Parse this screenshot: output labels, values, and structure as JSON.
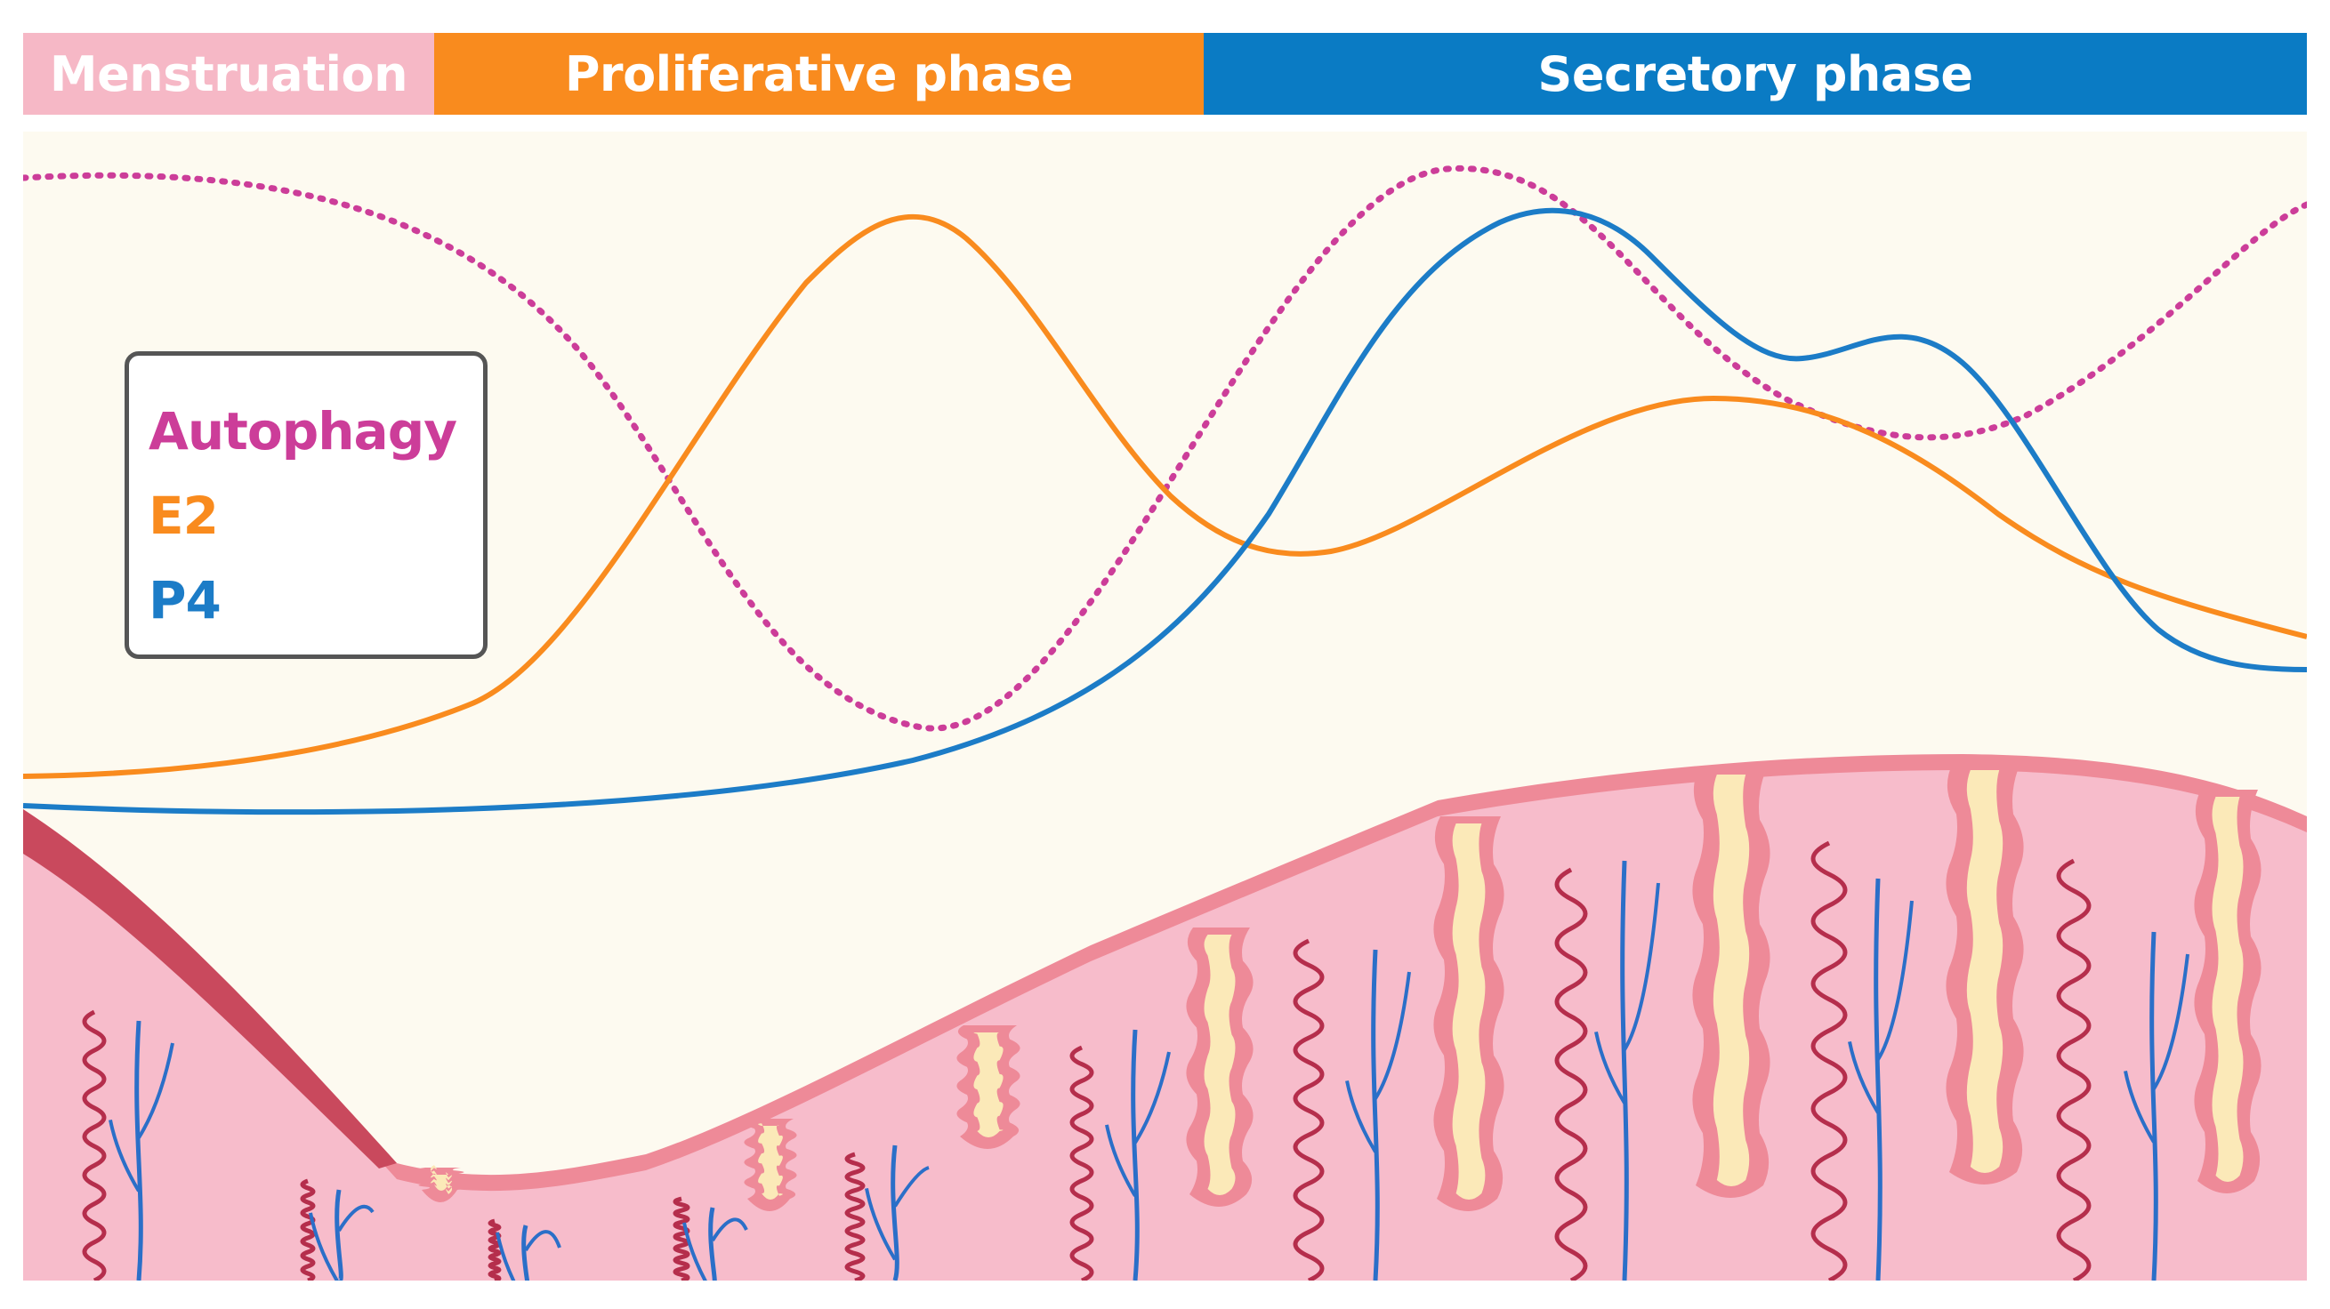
{
  "phases": [
    {
      "label": "Menstruation",
      "color": "#f6b8c6"
    },
    {
      "label": "Proliferative phase",
      "color": "#f98b1e"
    },
    {
      "label": "Secretory phase",
      "color": "#0a7bc4"
    }
  ],
  "legend": {
    "autophagy": {
      "label": "Autophagy",
      "color": "#cc3d99"
    },
    "e2": {
      "label": "E2",
      "color": "#f98b1e"
    },
    "p4": {
      "label": "P4",
      "color": "#1c7cc7"
    }
  },
  "tissue": {
    "stroma_color": "#f7bccb",
    "lumen_color": "#fbe9b8",
    "artery_color": "#b52e4c",
    "vein_color": "#2b6fc8",
    "shed_color": "#c9495d"
  }
}
